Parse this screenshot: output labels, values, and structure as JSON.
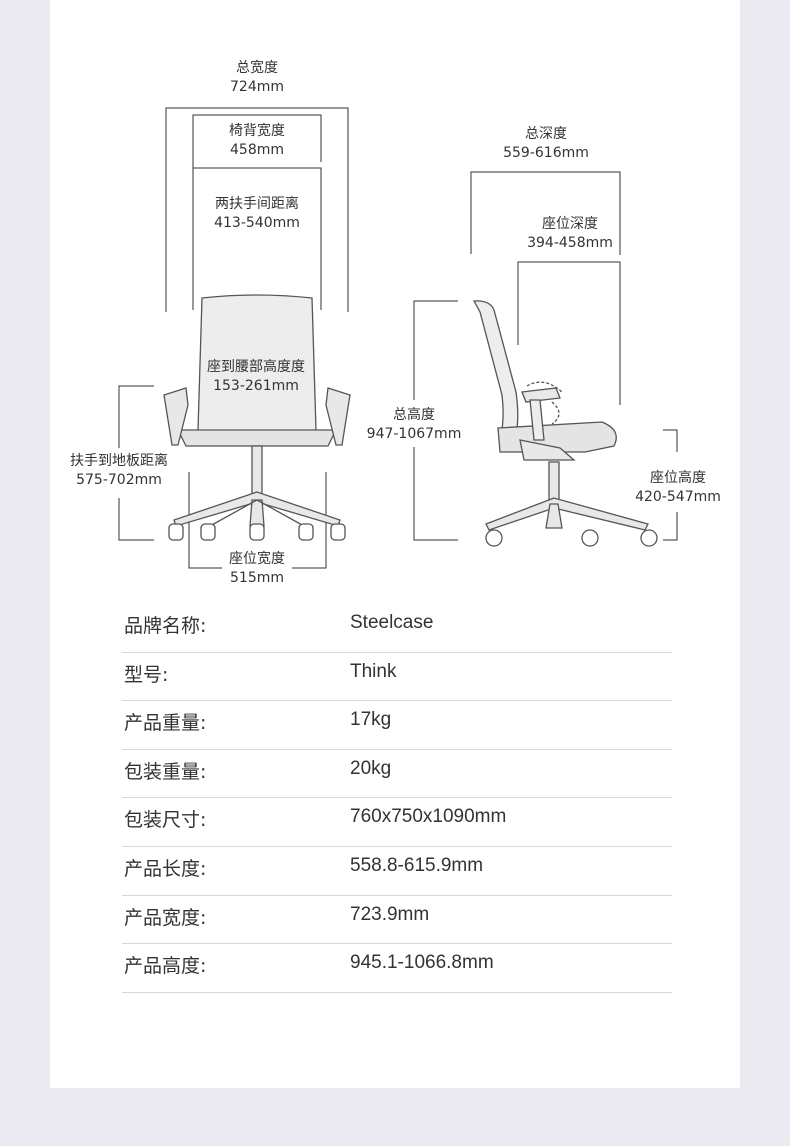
{
  "front_view": {
    "total_width": {
      "label": "总宽度",
      "value": "724mm"
    },
    "back_width": {
      "label": "椅背宽度",
      "value": "458mm"
    },
    "armrest_gap": {
      "label": "两扶手间距离",
      "value": "413-540mm"
    },
    "seat_to_lumbar": {
      "label": "座到腰部高度度",
      "value": "153-261mm"
    },
    "armrest_to_floor": {
      "label": "扶手到地板距离",
      "value": "575-702mm"
    },
    "seat_width": {
      "label": "座位宽度",
      "value": "515mm"
    }
  },
  "side_view": {
    "total_depth": {
      "label": "总深度",
      "value": "559-616mm"
    },
    "seat_depth": {
      "label": "座位深度",
      "value": "394-458mm"
    },
    "total_height": {
      "label": "总高度",
      "value": "947-1067mm"
    },
    "seat_height": {
      "label": "座位高度",
      "value": "420-547mm"
    }
  },
  "specs": [
    {
      "key": "品牌名称:",
      "value": "Steelcase"
    },
    {
      "key": "型号:",
      "value": "Think"
    },
    {
      "key": "产品重量:",
      "value": "17kg"
    },
    {
      "key": "包装重量:",
      "value": "20kg"
    },
    {
      "key": "包装尺寸:",
      "value": "760x750x1090mm"
    },
    {
      "key": "产品长度:",
      "value": "558.8-615.9mm"
    },
    {
      "key": "产品宽度:",
      "value": "723.9mm"
    },
    {
      "key": "产品高度:",
      "value": "945.1-1066.8mm"
    }
  ]
}
